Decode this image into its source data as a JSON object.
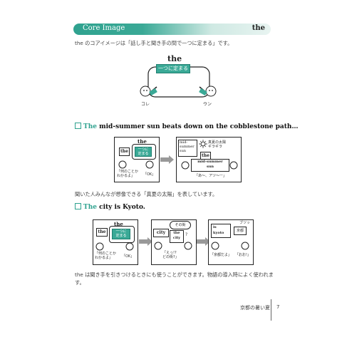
{
  "header": {
    "left": "Core Image",
    "right": "the"
  },
  "intro": "the のコアイメージは「話し手と聞き手の間で一つに定まる」です。",
  "core": {
    "title": "the",
    "box": "一つに定まる",
    "left_label": "コレ",
    "right_label": "ウン"
  },
  "section1": {
    "heading_prefix": "The",
    "heading_rest": " mid-summer sun beats down on the cobblestone path…",
    "panel1": {
      "the_top": "the",
      "the_left": "the",
      "box": "一つに\n定まる",
      "q": "「何のことか\nわかるよ」",
      "ok": "「OK」"
    },
    "panel2": {
      "word": "mid-\nsummer\nsun",
      "sun_text": "真夏の太陽\nギラギラ",
      "the": "the",
      "box": "mid-summer\nsun",
      "speech": "「あ〜、アツ〜ー」"
    }
  },
  "caption1": "聞いた人みんなが想像できる「真夏の太陽」を表しています。",
  "section2": {
    "heading_prefix": "The",
    "heading_rest": " city is Kyoto.",
    "panel1": {
      "the_top": "the",
      "the_left": "the",
      "box": "一つに\n定まる",
      "q": "「何のことか\nわかるよ」",
      "ok": "「OK」"
    },
    "panel2": {
      "bubble": "その街",
      "city": "city",
      "the": "the\ncity",
      "q": "?",
      "speech": "「えっ!?\nどの街?」"
    },
    "panel3": {
      "iskyoto": "is\nkyoto",
      "kyoto": "京都",
      "puts": "ブツッ",
      "speech_l": "「京都だよ」",
      "speech_r": "「おお!」"
    }
  },
  "caption2": "the は聞き手を引きつけるときにも使うことができます。物語の導入時によく使われます。",
  "footer": {
    "text": "京都の暑い夏",
    "page": "7"
  }
}
